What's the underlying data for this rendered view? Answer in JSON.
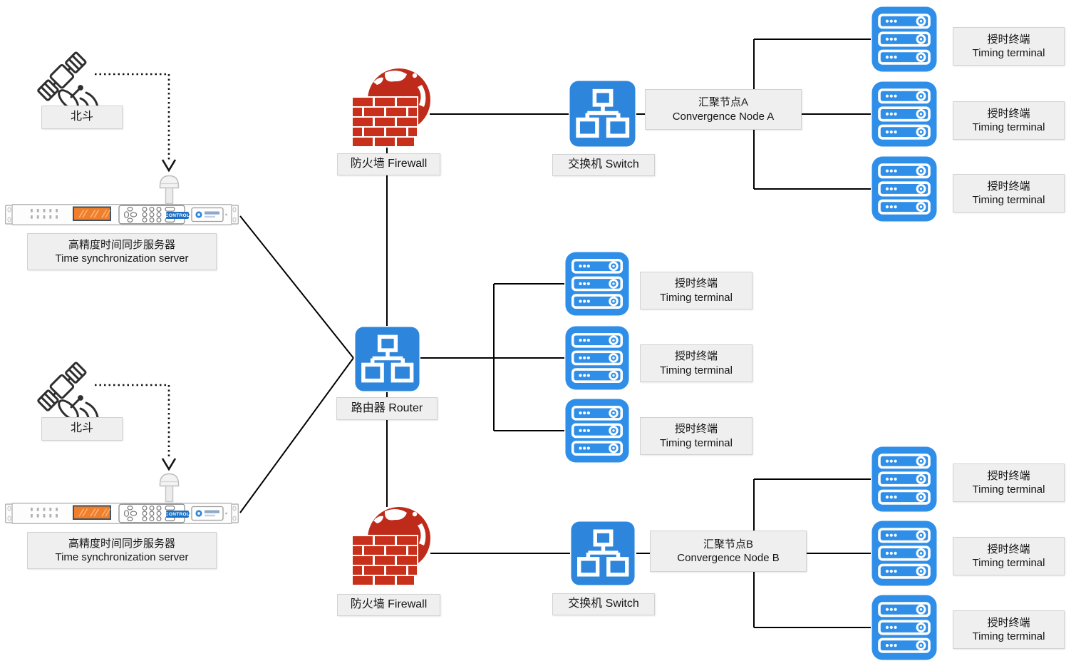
{
  "diagram": {
    "type": "network-topology",
    "nodes": {
      "beidou_top": {
        "label": "北斗"
      },
      "time_server_top": {
        "zh": "高精度时间同步服务器",
        "en": "Time synchronization server",
        "control_button": "CONTROL"
      },
      "beidou_bottom": {
        "label": "北斗"
      },
      "time_server_bottom": {
        "zh": "高精度时间同步服务器",
        "en": "Time synchronization server",
        "control_button": "CONTROL"
      },
      "firewall_top": {
        "label": "防火墙 Firewall"
      },
      "switch_top": {
        "label": "交换机 Switch"
      },
      "convergence_node_a": {
        "zh": "汇聚节点A",
        "en": "Convergence Node A"
      },
      "router": {
        "label": "路由器 Router"
      },
      "firewall_bottom": {
        "label": "防火墙 Firewall"
      },
      "switch_bottom": {
        "label": "交换机 Switch"
      },
      "convergence_node_b": {
        "zh": "汇聚节点B",
        "en": "Convergence Node B"
      },
      "timing_terminal": {
        "zh": "授时终端",
        "en": "Timing terminal"
      }
    },
    "icons": {
      "satellite": "satellite-icon",
      "gps_antenna": "gps-antenna-icon",
      "rack_time_server": "rack-server-device",
      "firewall": "firewall-brick-globe-icon",
      "switch": "network-switch-icon",
      "router": "network-router-icon",
      "server_stack": "server-stack-icon"
    },
    "colors": {
      "node_blue": "#2E86DC",
      "server_stack_blue": "#2F8FE8",
      "firewall_brick_red": "#C9301C",
      "firewall_globe_red": "#BF2B1A",
      "device_screen_orange": "#F07F2D",
      "control_chip_blue": "#1E6FC0",
      "connector_line": "#000000",
      "label_background": "#EFEFEF",
      "label_border": "#D2D2D2",
      "label_text": "#161616"
    },
    "counts": {
      "timing_terminals": 9,
      "time_servers": 2,
      "firewalls": 2,
      "switches": 2,
      "routers": 1
    }
  }
}
